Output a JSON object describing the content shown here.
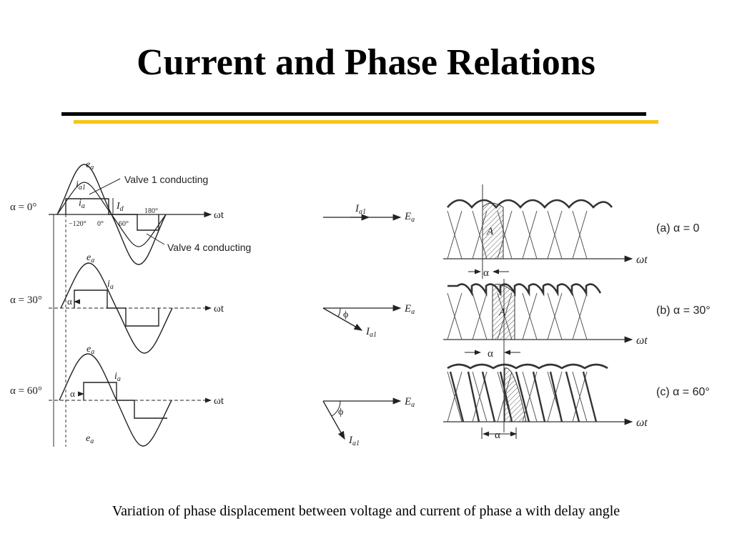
{
  "slide": {
    "title": "Current and Phase Relations",
    "caption": "Variation of phase displacement between voltage and current of phase a with delay angle",
    "accent_color": "#f5c518"
  },
  "left_panel": {
    "rows": [
      {
        "alpha_label": "α  = 0°",
        "voltage_label": "e",
        "voltage_sub": "a",
        "fund_label": "i",
        "fund_sub": "a1",
        "current_label": "i",
        "current_sub": "a",
        "axis_label": "ωt",
        "annot_valve1": "Valve 1 conducting",
        "annot_valve4": "Valve 4 conducting",
        "dc_label": "I",
        "dc_sub": "d",
        "ticks": [
          "−120°",
          "0°",
          "60°",
          "180°"
        ]
      },
      {
        "alpha_label": "α  = 30°",
        "voltage_label": "e",
        "voltage_sub": "a",
        "current_label": "i",
        "current_sub": "a",
        "delay_label": "α",
        "axis_label": "ωt"
      },
      {
        "alpha_label": "α  = 60°",
        "voltage_label": "e",
        "voltage_sub": "a",
        "current_label": "i",
        "current_sub": "a",
        "delay_label": "α",
        "axis_label": "ωt",
        "fourth_label": "e",
        "fourth_sub": "a"
      }
    ]
  },
  "phasors": [
    {
      "voltage": "E",
      "voltage_sub": "a",
      "current": "I",
      "current_sub": "a1",
      "phi": ""
    },
    {
      "voltage": "E",
      "voltage_sub": "a",
      "current": "I",
      "current_sub": "a1",
      "phi": "ϕ"
    },
    {
      "voltage": "E",
      "voltage_sub": "a",
      "current": "I",
      "current_sub": "a1",
      "phi": "ϕ"
    }
  ],
  "right_panel": {
    "rows": [
      {
        "case": "(a)",
        "alpha": "α = 0",
        "area": "A",
        "axis": "ωt",
        "delay": "α"
      },
      {
        "case": "(b)",
        "alpha": "α = 30°",
        "area": "A",
        "axis": "ωt",
        "delay": "α"
      },
      {
        "case": "(c)",
        "alpha": "α = 60°",
        "area": "",
        "axis": "ωt",
        "delay": "α"
      }
    ]
  }
}
